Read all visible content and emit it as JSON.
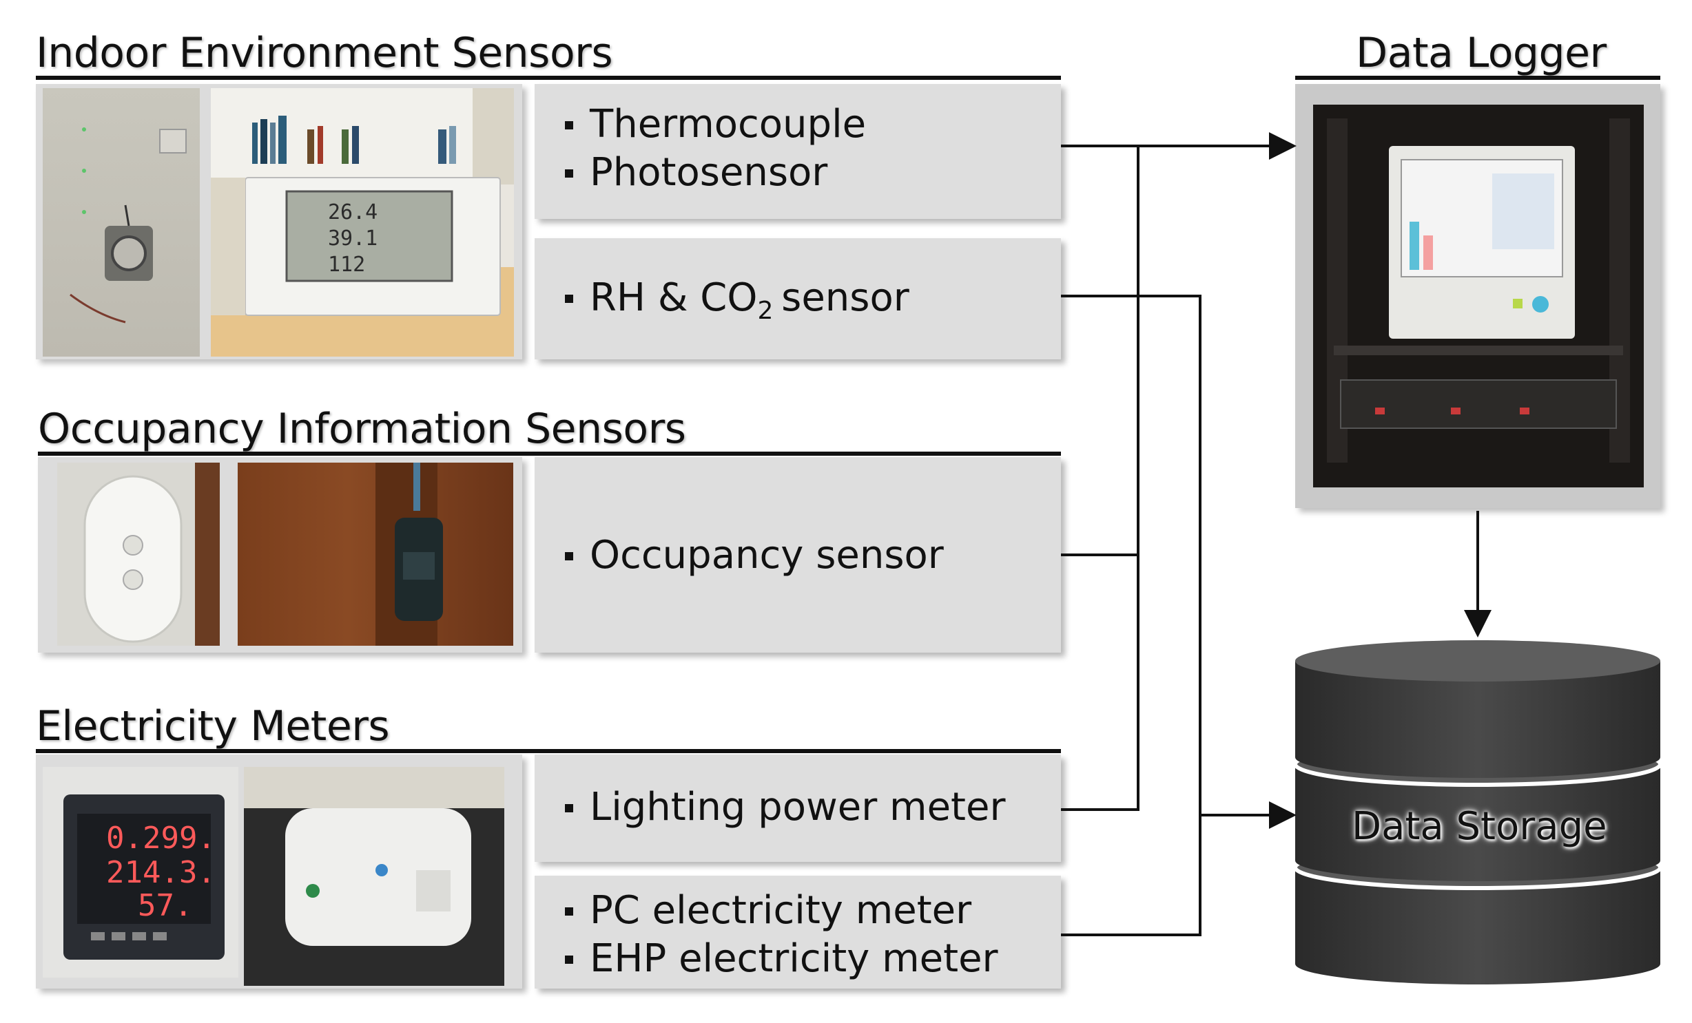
{
  "sections": {
    "indoor": {
      "title": "Indoor Environment Sensors",
      "box1": [
        "Thermocouple",
        "Photosensor"
      ],
      "box2_prefix": "RH & CO",
      "box2_sub": "2",
      "box2_suffix": " sensor"
    },
    "occupancy": {
      "title": "Occupancy Information Sensors",
      "box1": [
        "Occupancy sensor"
      ]
    },
    "electricity": {
      "title": "Electricity Meters",
      "box1": [
        "Lighting power meter"
      ],
      "box2": [
        "PC electricity meter",
        "EHP electricity meter"
      ]
    }
  },
  "logger": {
    "title": "Data Logger"
  },
  "storage": {
    "label": "Data Storage"
  },
  "photo_text": {
    "meter_readings": [
      "0.299.",
      "214.3.",
      "57."
    ],
    "display_readings": [
      "26.4",
      "39.1",
      "112"
    ]
  },
  "colors": {
    "box_fill": "#dedede",
    "line": "#111111",
    "db_dark": "#3a3a3a"
  }
}
